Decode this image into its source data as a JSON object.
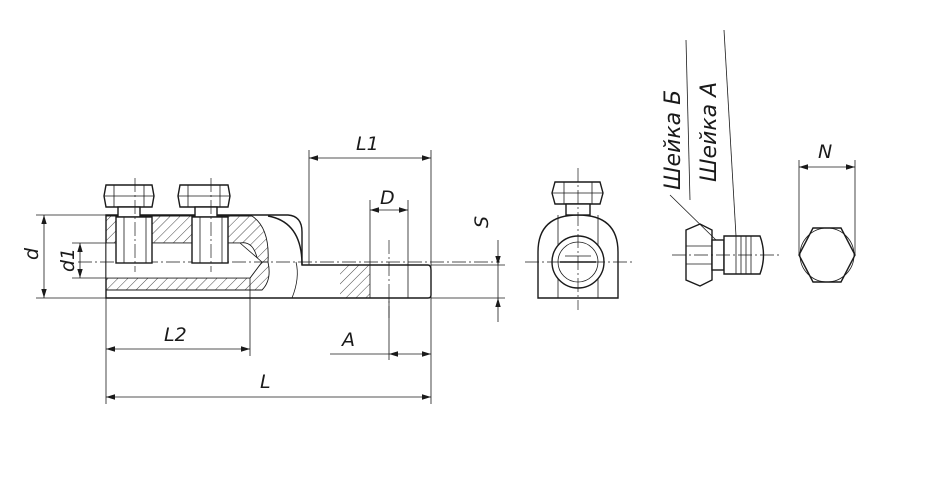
{
  "labels": {
    "L1": "L1",
    "D": "D",
    "S": "S",
    "d": "d",
    "d1": "d1",
    "L2": "L2",
    "A": "A",
    "L": "L",
    "N": "N",
    "neck_b": "Шейка Б",
    "neck_a": "Шейка А"
  },
  "colors": {
    "line": "#1a1a1a",
    "background": "#ffffff"
  }
}
